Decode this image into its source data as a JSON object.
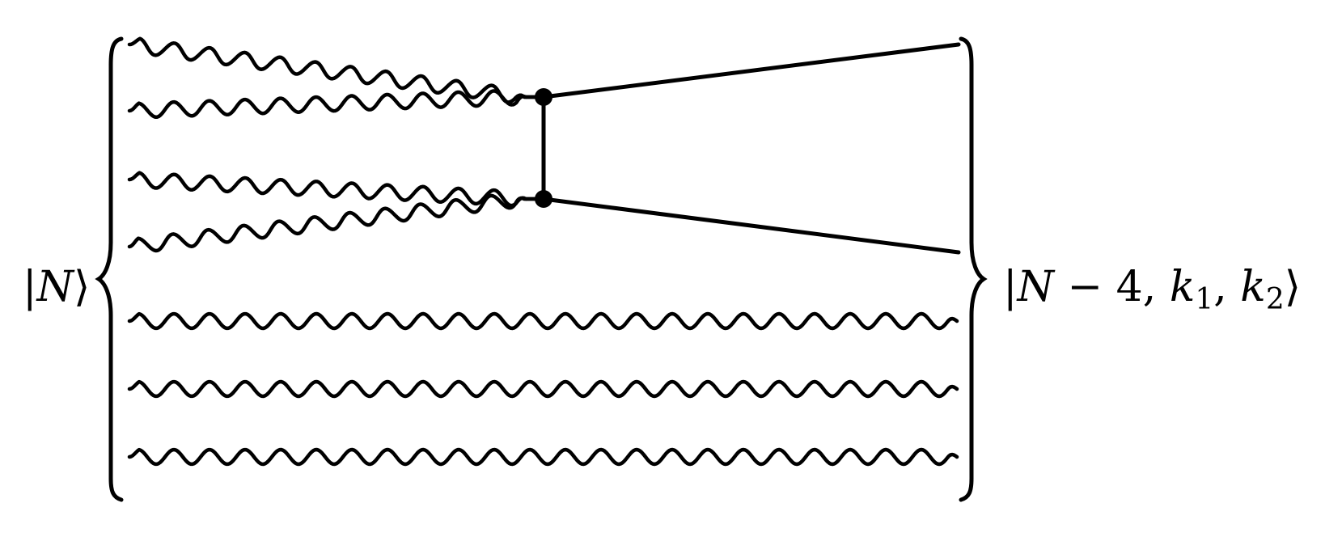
{
  "diagram": {
    "initial_state": {
      "open": "|",
      "symbol": "N",
      "close": "⟩"
    },
    "final_state": {
      "open": "|",
      "symbol": "N",
      "minus": " − 4, ",
      "k1_base": "k",
      "k1_sub": "1",
      "comma": ", ",
      "k2_base": "k",
      "k2_sub": "2",
      "close": "⟩"
    },
    "line_color": "#000000",
    "photon_count": 7,
    "interacting_photons": 4,
    "vertices": 2
  }
}
